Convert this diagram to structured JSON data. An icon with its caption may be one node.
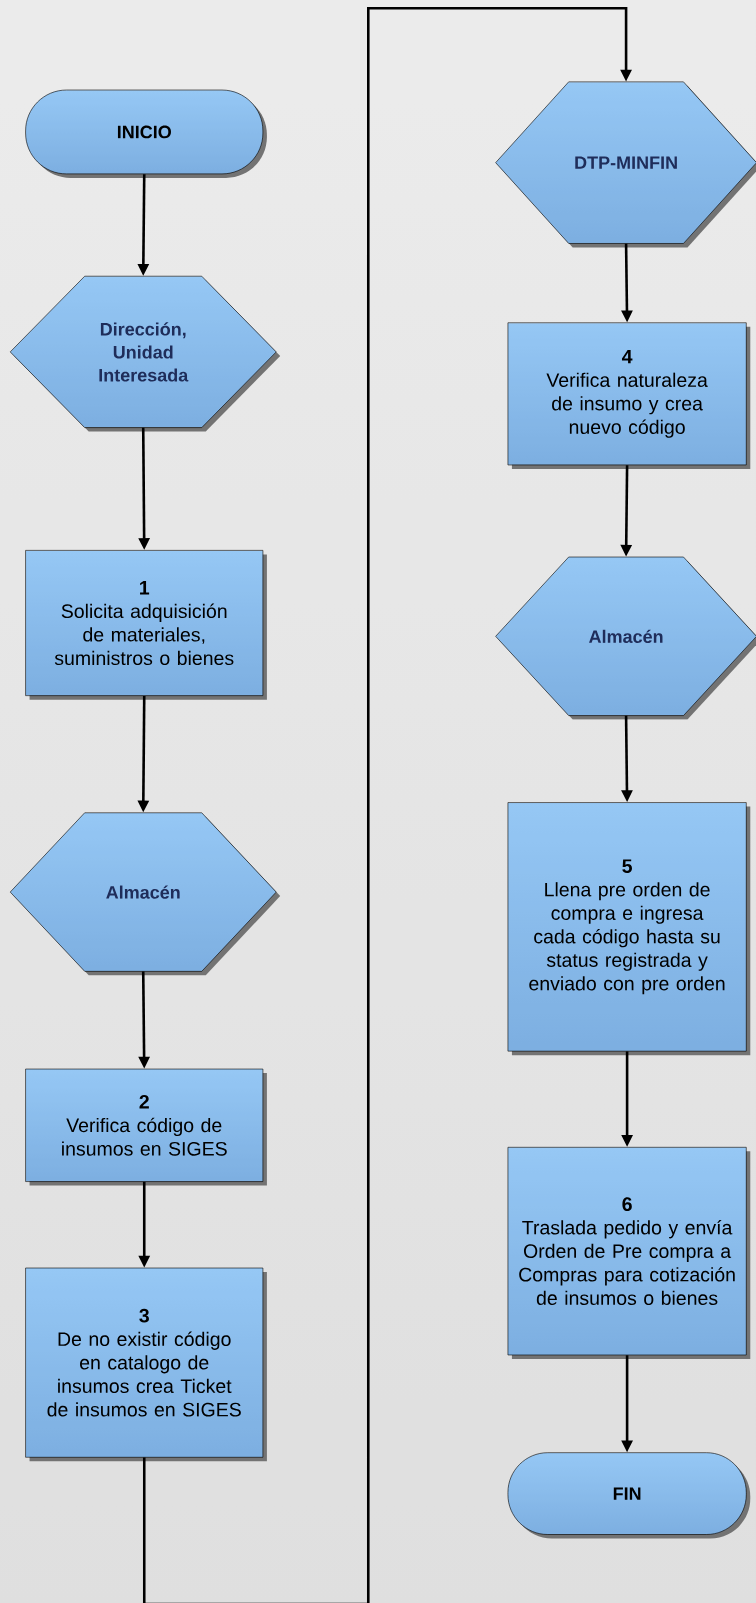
{
  "diagram": {
    "nodes": [
      {
        "text": [
          "INICIO"
        ]
      },
      {
        "text": [
          "Dirección, Unidad Interesada"
        ]
      },
      {
        "text": [
          "1",
          "Solicita adquisición de materiales, suministros o bienes"
        ]
      },
      {
        "text": [
          "Almacén"
        ]
      },
      {
        "text": [
          "2",
          "Verifica código de insumos en SIGES"
        ]
      },
      {
        "text": [
          "3",
          "De no existir código en catalogo de insumos crea Ticket de insumos en SIGES"
        ]
      },
      {
        "text": [
          "DTP-MINFIN"
        ]
      },
      {
        "text": [
          "4",
          "Verifica naturaleza de insumo y crea nuevo código"
        ]
      },
      {
        "text": [
          "Almacén"
        ]
      },
      {
        "text": [
          "5",
          "Llena pre orden de compra e ingresa cada código hasta su status registrada y enviado con pre orden"
        ]
      },
      {
        "text": [
          "6",
          "Traslada pedido y envía Orden de Pre compra a Compras para cotización de insumos o bienes"
        ]
      },
      {
        "text": [
          "FIN"
        ]
      }
    ],
    "edges": [
      {
        "from": 0,
        "to": 1,
        "arrow": "to"
      },
      {
        "from": 1,
        "to": 2,
        "arrow": "to"
      },
      {
        "from": 2,
        "to": 3,
        "arrow": "to"
      },
      {
        "from": 3,
        "to": 4,
        "arrow": "to"
      },
      {
        "from": 4,
        "to": 5,
        "arrow": "to"
      },
      {
        "from": 5,
        "to": 6,
        "arrow": "to"
      },
      {
        "from": 6,
        "to": 7,
        "arrow": "to"
      },
      {
        "from": 7,
        "to": 8,
        "arrow": "to"
      },
      {
        "from": 8,
        "to": 9,
        "arrow": "to"
      },
      {
        "from": 9,
        "to": 10,
        "arrow": "to"
      },
      {
        "from": 10,
        "to": 11,
        "arrow": "to"
      }
    ]
  }
}
